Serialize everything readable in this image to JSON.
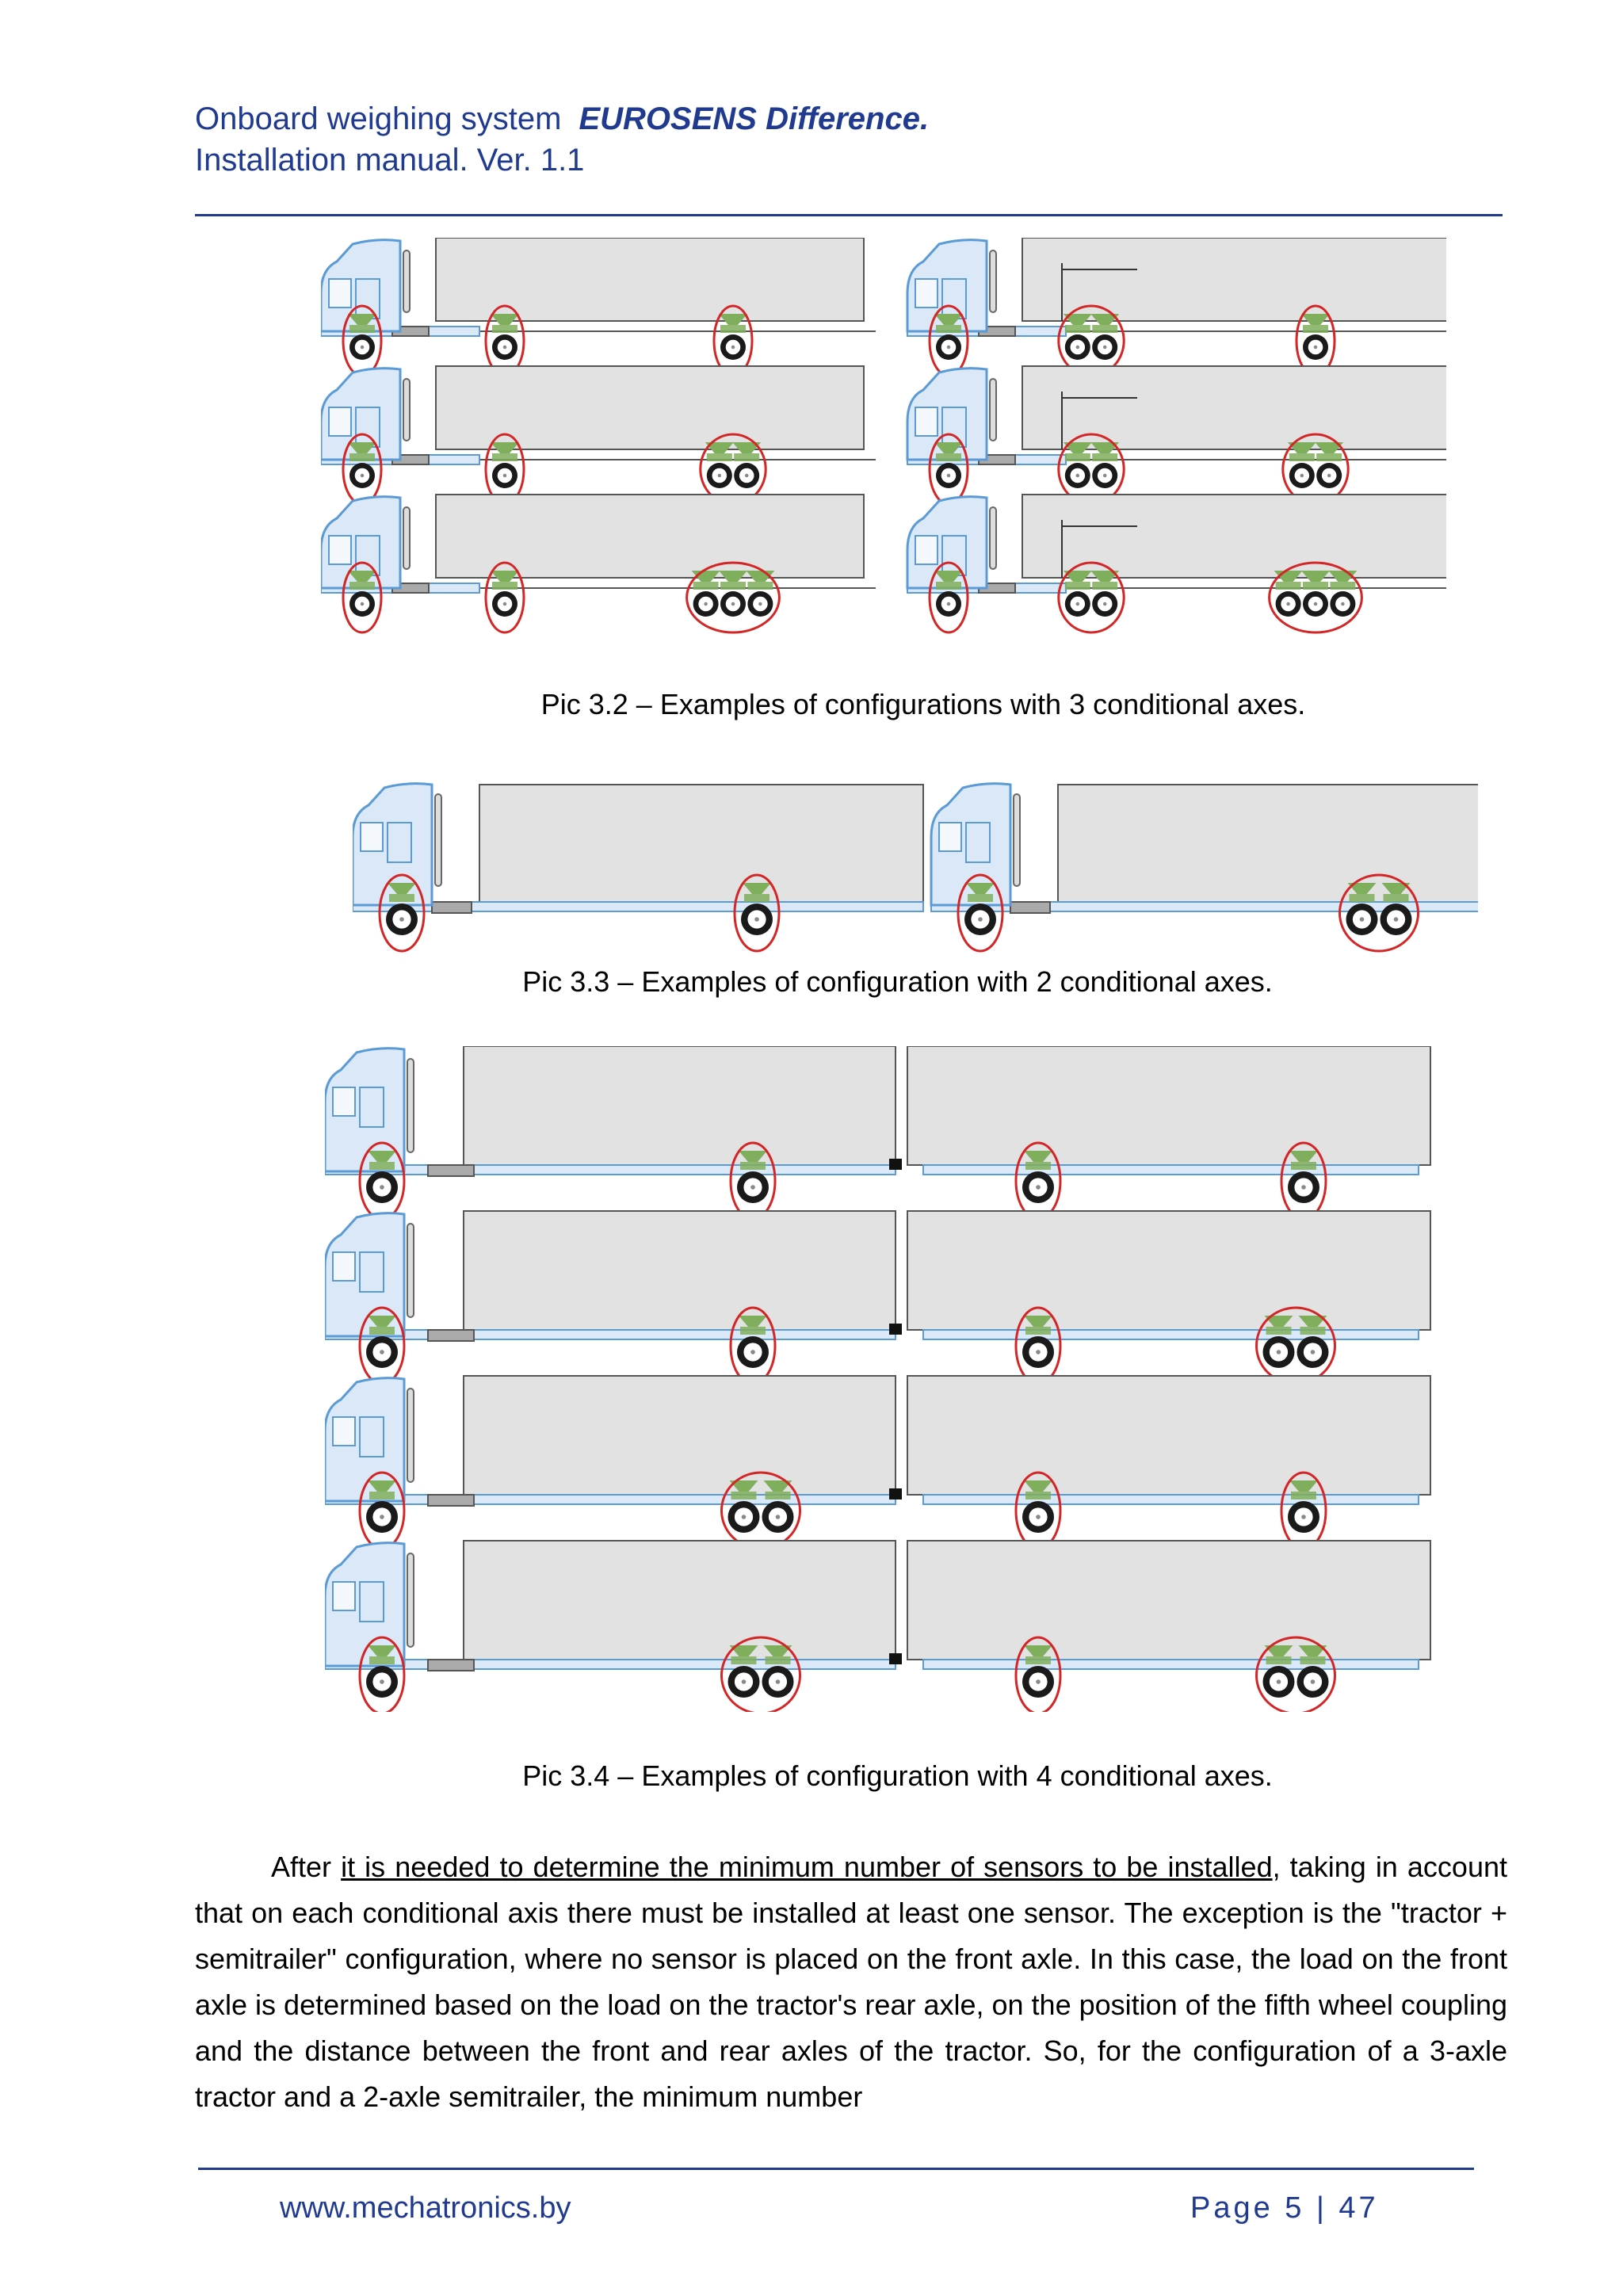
{
  "header": {
    "line1": "Onboard weighing system",
    "brand": "EUROSENS Difference.",
    "line2": "Installation manual. Ver. 1.1"
  },
  "figures": {
    "pic32": {
      "caption": "Pic 3.2 – Examples of configurations with 3 conditional axes.",
      "rows": [
        {
          "left": [
            1,
            1,
            1
          ],
          "right": [
            1,
            2,
            1
          ]
        },
        {
          "left": [
            1,
            1,
            2
          ],
          "right": [
            1,
            2,
            2
          ]
        },
        {
          "left": [
            1,
            1,
            3
          ],
          "right": [
            1,
            2,
            3
          ]
        }
      ]
    },
    "pic33": {
      "caption": "Pic 3.3 – Examples of configuration with 2 conditional axes.",
      "trucks": [
        [
          1,
          1
        ],
        [
          1,
          2
        ]
      ]
    },
    "pic34": {
      "caption": "Pic 3.4 – Examples of configuration with 4 conditional axes.",
      "rows": [
        {
          "truck": [
            1,
            1
          ],
          "trailer": [
            1,
            1
          ]
        },
        {
          "truck": [
            1,
            1
          ],
          "trailer": [
            1,
            2
          ]
        },
        {
          "truck": [
            1,
            2
          ],
          "trailer": [
            1,
            1
          ]
        },
        {
          "truck": [
            1,
            2
          ],
          "trailer": [
            1,
            2
          ]
        }
      ]
    }
  },
  "body": {
    "lead": "After ",
    "underlined": "it is needed to determine the minimum number of sensors to be installed",
    "rest": ", taking in account that on each conditional axis there must be installed at least one sensor. The exception is the \"tractor + semitrailer\" configuration, where no sensor is placed on the front axle. In this case, the load on the front axle is determined based on the load on the tractor's rear axle, on the position of the fifth wheel coupling and the distance between the front and rear axles of the tractor. So, for the configuration of a 3-axle tractor and a 2-axle semitrailer, the minimum number"
  },
  "footer": {
    "url": "www.mechatronics.by",
    "page": "Page 5 | 47"
  },
  "colors": {
    "header_blue": "#1f3a8f",
    "cab_blue": "#5b9bd5",
    "cab_fill": "#dbe8f7",
    "body_gray": "#e2e2e3",
    "sensor_green": "#7fae5c",
    "axle_ring_red": "#d32626"
  }
}
